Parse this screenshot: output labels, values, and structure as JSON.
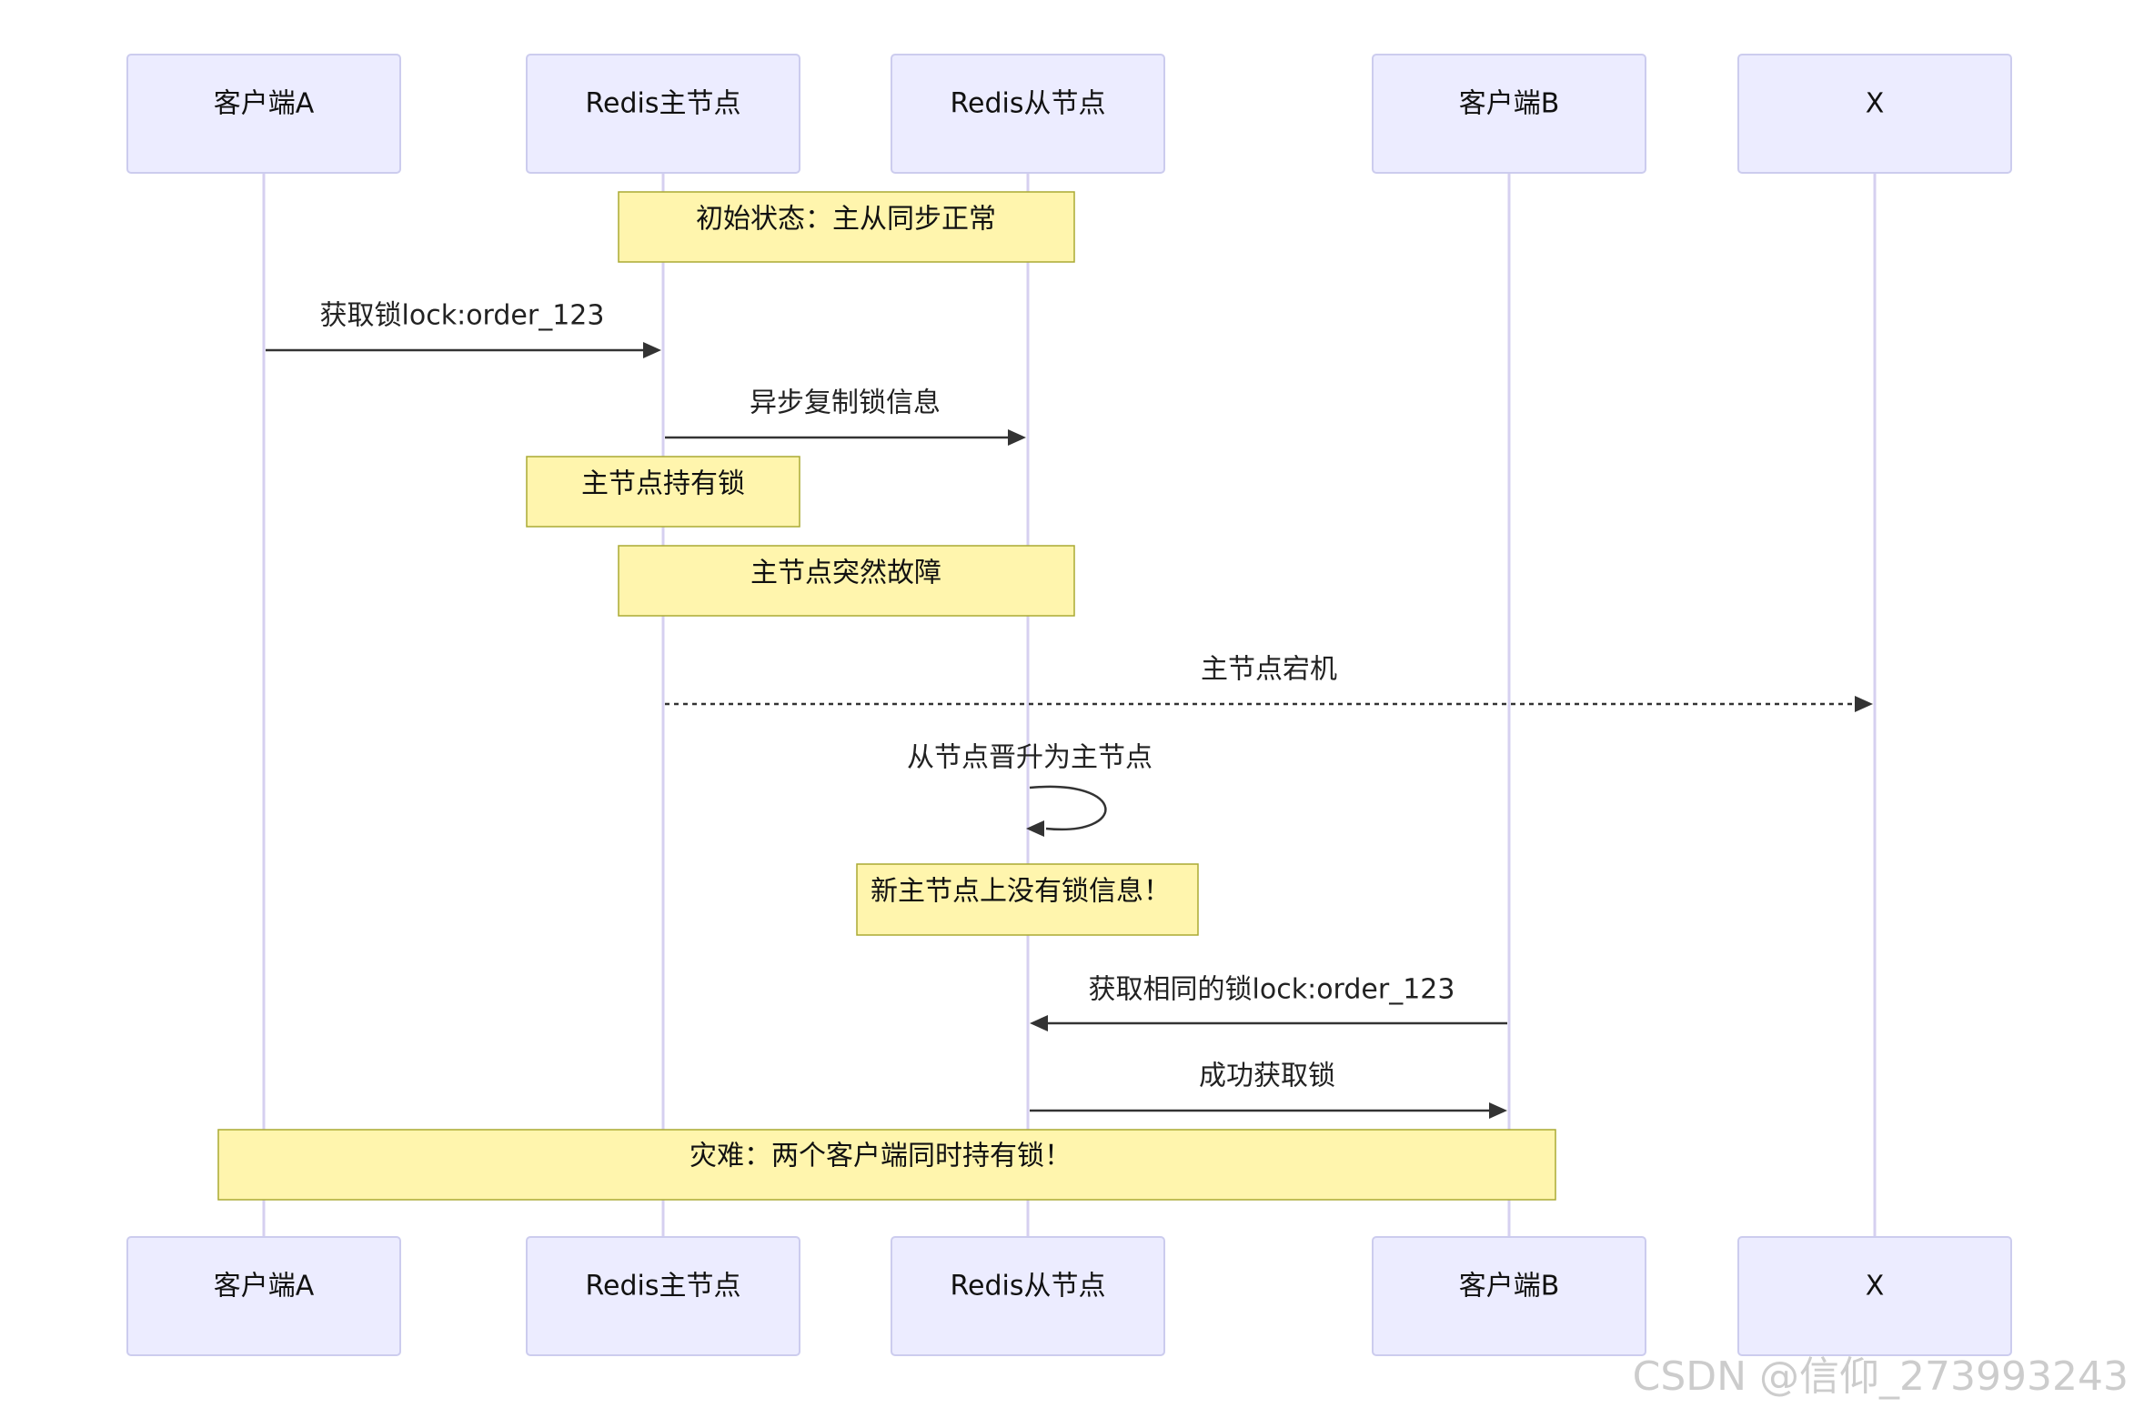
{
  "participants": [
    {
      "id": "clientA",
      "label": "客户端A"
    },
    {
      "id": "master",
      "label": "Redis主节点"
    },
    {
      "id": "slave",
      "label": "Redis从节点"
    },
    {
      "id": "clientB",
      "label": "客户端B"
    },
    {
      "id": "x",
      "label": "X"
    }
  ],
  "notes": [
    {
      "text": "初始状态：主从同步正常"
    },
    {
      "text": "主节点持有锁"
    },
    {
      "text": "主节点突然故障"
    },
    {
      "text": "新主节点上没有锁信息！"
    },
    {
      "text": "灾难：两个客户端同时持有锁！"
    }
  ],
  "messages": [
    {
      "from": "clientA",
      "to": "master",
      "text": "获取锁lock:order_123",
      "style": "solid"
    },
    {
      "from": "master",
      "to": "slave",
      "text": "异步复制锁信息",
      "style": "solid"
    },
    {
      "from": "master",
      "to": "x",
      "text": "主节点宕机",
      "style": "dotted"
    },
    {
      "from": "slave",
      "to": "slave",
      "text": "从节点晋升为主节点",
      "style": "solid"
    },
    {
      "from": "clientB",
      "to": "slave",
      "text": "获取相同的锁lock:order_123",
      "style": "solid"
    },
    {
      "from": "slave",
      "to": "clientB",
      "text": "成功获取锁",
      "style": "solid"
    }
  ],
  "watermark": "CSDN @信仰_273993243",
  "colors": {
    "actor_fill": "#ECECFF",
    "actor_border": "#CCCCEE",
    "lifeline": "#D6D0F0",
    "note_fill": "#FFF5AD",
    "note_border": "#AAAA33",
    "arrow": "#333333"
  }
}
